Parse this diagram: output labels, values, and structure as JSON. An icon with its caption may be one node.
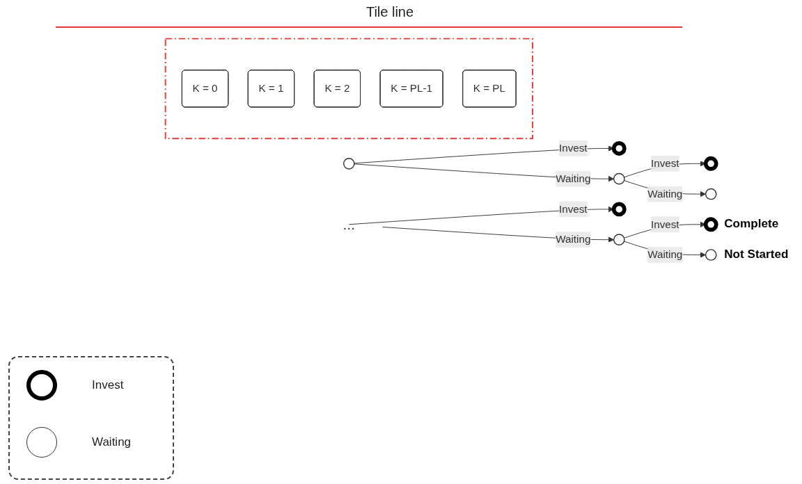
{
  "diagram": {
    "nodes": [
      {
        "text": [],
        "shape": "box"
      },
      {
        "text": [
          "K = 0"
        ],
        "in": 0
      },
      {
        "text": [
          "K = 1"
        ],
        "in": 0
      },
      {
        "text": [
          "K = 2"
        ],
        "in": 0
      },
      {
        "text": [
          "K = PL-1"
        ],
        "in": 0
      },
      {
        "text": [
          "K = PL"
        ],
        "in": 0
      },
      {
        "text": [],
        "shape": "circle"
      },
      {
        "text": [],
        "shape": "circle"
      },
      {
        "text": [],
        "shape": "circle"
      },
      {
        "text": [],
        "shape": "circle"
      },
      {
        "text": [],
        "shape": "circle"
      },
      {
        "text": [
          "..."
        ]
      },
      {
        "text": [],
        "shape": "circle"
      },
      {
        "text": [],
        "shape": "circle"
      },
      {
        "text": [],
        "shape": "circle",
        "beside": [
          "Complete"
        ]
      },
      {
        "text": [],
        "shape": "circle",
        "beside": [
          "Not Started"
        ]
      }
    ],
    "edges": [
      {
        "from": 6,
        "to": 7,
        "arrow": "to",
        "label": "Invest"
      },
      {
        "from": 6,
        "to": 8,
        "arrow": "to",
        "label": "Waiting"
      },
      {
        "from": 8,
        "to": 9,
        "arrow": "to",
        "label": "Invest"
      },
      {
        "from": 8,
        "to": 10,
        "arrow": "to",
        "label": "Waiting"
      },
      {
        "from": 11,
        "to": 12,
        "arrow": "to",
        "label": "Invest"
      },
      {
        "from": 11,
        "to": 13,
        "arrow": "to",
        "label": "Waiting"
      },
      {
        "from": 13,
        "to": 14,
        "arrow": "to",
        "label": "Invest"
      },
      {
        "from": 13,
        "to": 15,
        "arrow": "to",
        "label": "Waiting"
      }
    ],
    "labels": [
      "Tile line"
    ],
    "legend": [
      {
        "text": "Invest"
      },
      {
        "text": "Waiting"
      }
    ]
  }
}
